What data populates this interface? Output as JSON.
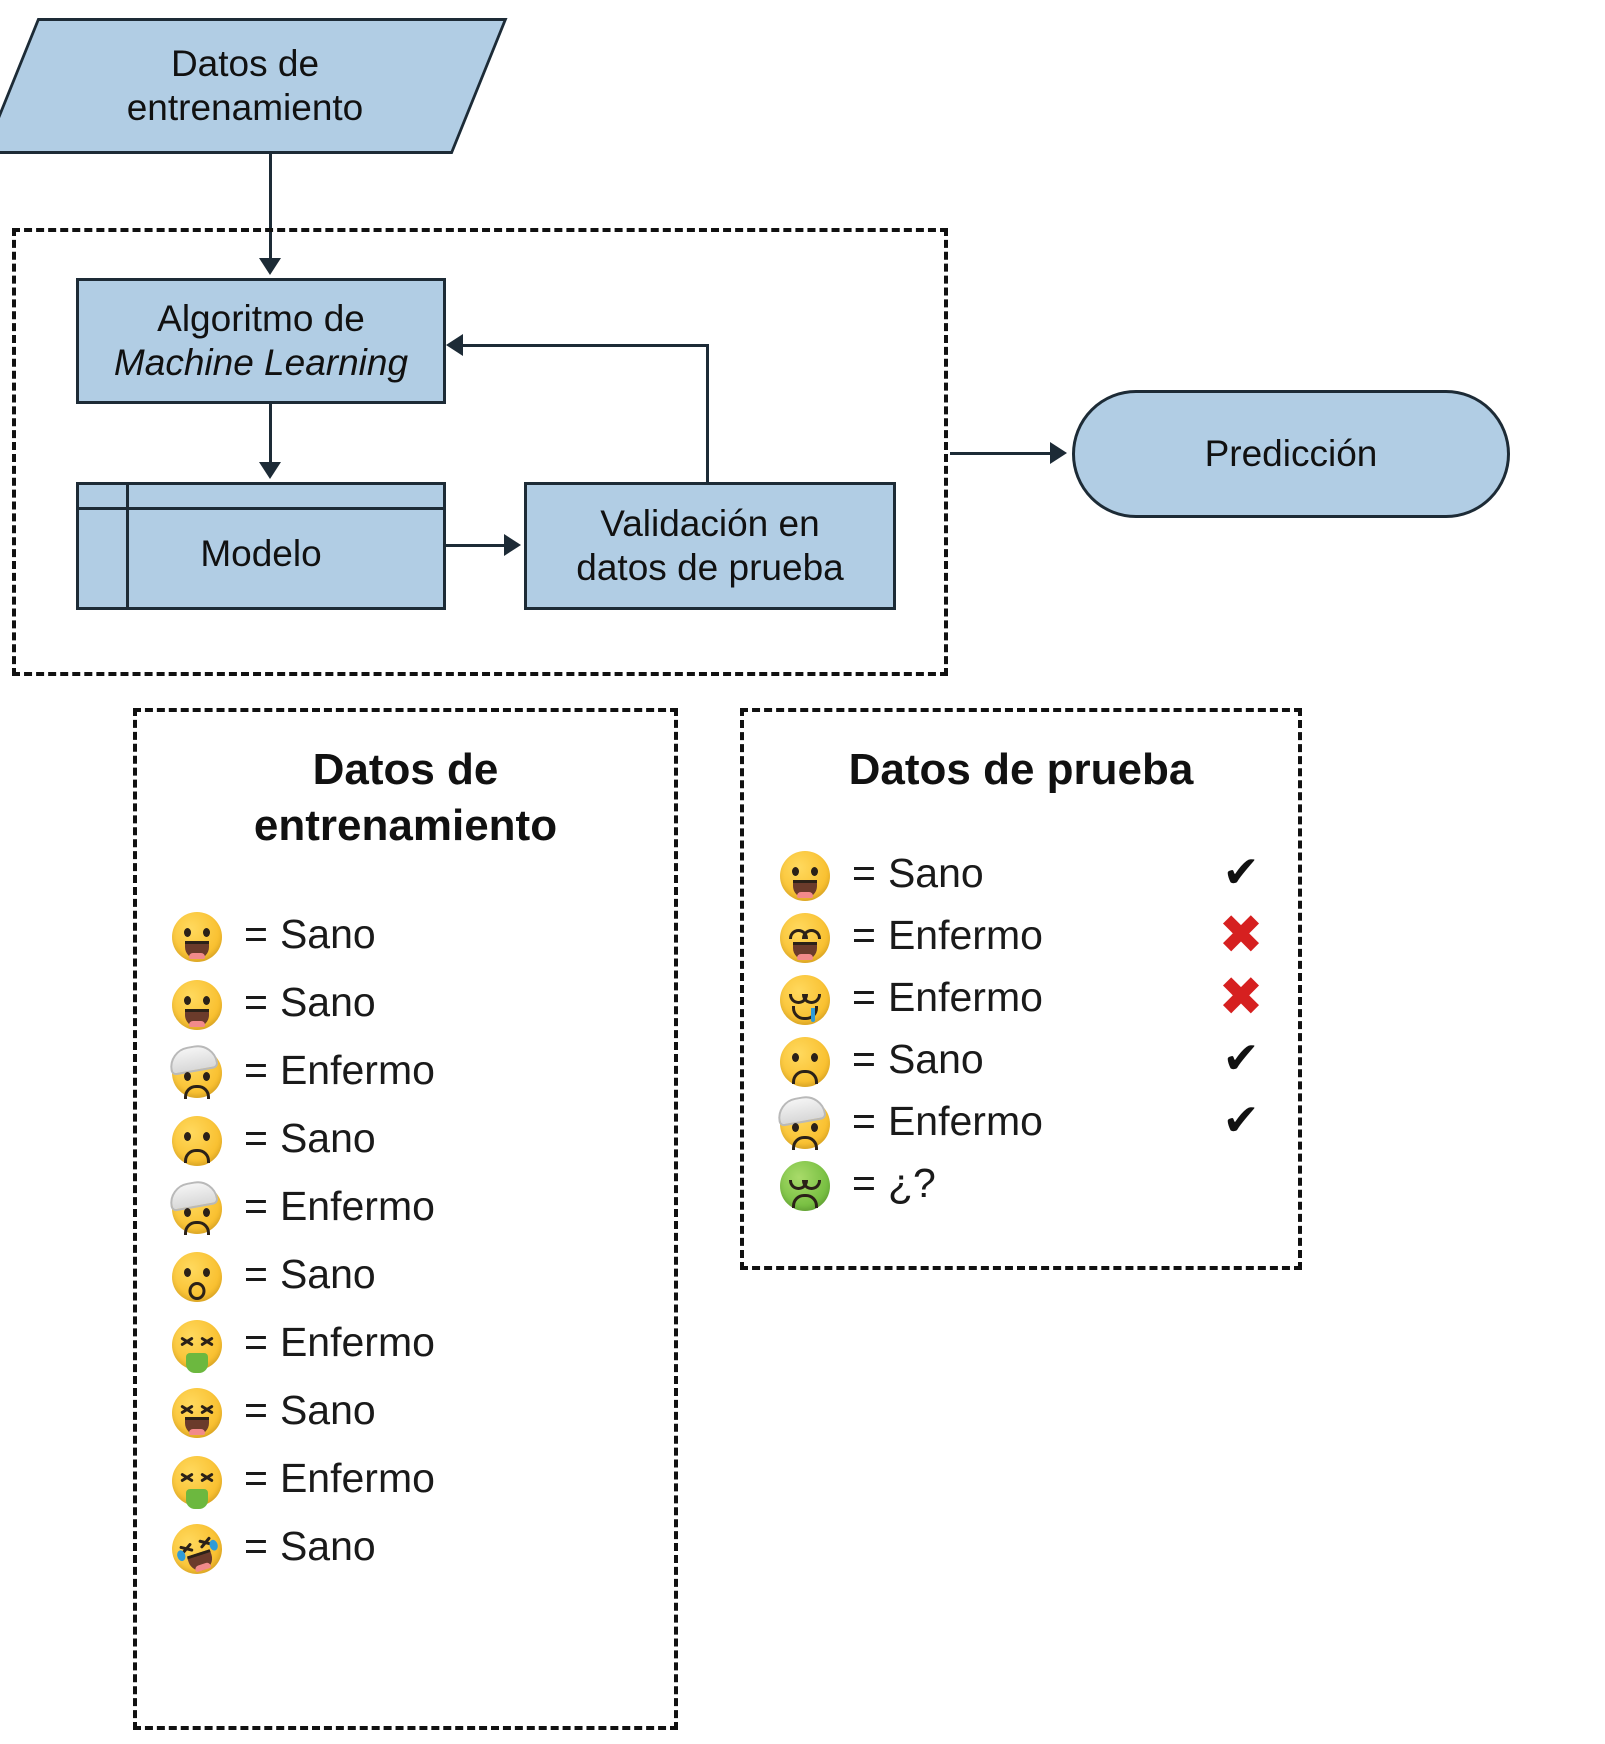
{
  "flow": {
    "training_input": {
      "line1": "Datos de",
      "line2": "entrenamiento"
    },
    "algorithm": {
      "line1": "Algoritmo de",
      "line2": "Machine Learning"
    },
    "model": {
      "label": "Modelo"
    },
    "validation": {
      "line1": "Validación en",
      "line2": "datos de prueba"
    },
    "prediction": {
      "label": "Predicción"
    }
  },
  "training_panel": {
    "title_line1": "Datos de",
    "title_line2": "entrenamiento",
    "rows": [
      {
        "emoji": "grinning-face",
        "eq": "=",
        "label": "Sano"
      },
      {
        "emoji": "grinning-face",
        "eq": "=",
        "label": "Sano"
      },
      {
        "emoji": "head-bandage-face",
        "eq": "=",
        "label": "Enfermo"
      },
      {
        "emoji": "frowning-face",
        "eq": "=",
        "label": "Sano"
      },
      {
        "emoji": "head-bandage-face",
        "eq": "=",
        "label": "Enfermo"
      },
      {
        "emoji": "whistling-face",
        "eq": "=",
        "label": "Sano"
      },
      {
        "emoji": "vomiting-face",
        "eq": "=",
        "label": "Enfermo"
      },
      {
        "emoji": "laughing-squint-face",
        "eq": "=",
        "label": "Sano"
      },
      {
        "emoji": "vomiting-face",
        "eq": "=",
        "label": "Enfermo"
      },
      {
        "emoji": "rolling-on-floor-laughing-face",
        "eq": "=",
        "label": "Sano"
      }
    ]
  },
  "test_panel": {
    "title": "Datos de prueba",
    "rows": [
      {
        "emoji": "grinning-face",
        "eq": "=",
        "label": "Sano",
        "mark": "✔",
        "mark_kind": "ok"
      },
      {
        "emoji": "grinning-smiling-eyes-face",
        "eq": "=",
        "label": "Enfermo",
        "mark": "✖",
        "mark_kind": "bad"
      },
      {
        "emoji": "drooling-face",
        "eq": "=",
        "label": "Enfermo",
        "mark": "✖",
        "mark_kind": "bad"
      },
      {
        "emoji": "frowning-face",
        "eq": "=",
        "label": "Sano",
        "mark": "✔",
        "mark_kind": "ok"
      },
      {
        "emoji": "head-bandage-face",
        "eq": "=",
        "label": "Enfermo",
        "mark": "✔",
        "mark_kind": "ok"
      },
      {
        "emoji": "nauseated-green-face",
        "eq": "=",
        "label": "¿?",
        "mark": "",
        "mark_kind": "none"
      }
    ]
  },
  "colors": {
    "shape_fill": "#b1cde4",
    "shape_stroke": "#1d2b36",
    "cross_red": "#d62020",
    "check_black": "#111111"
  }
}
